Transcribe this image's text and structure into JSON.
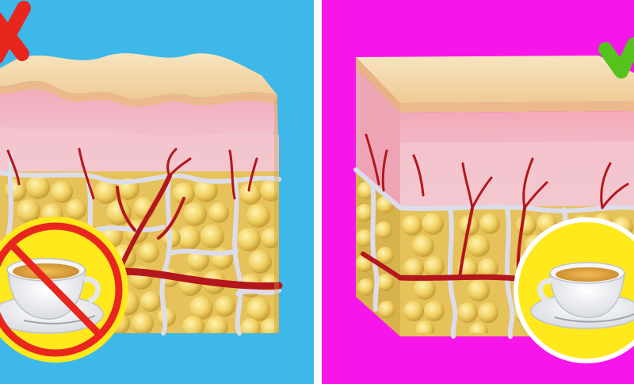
{
  "panels": [
    {
      "name": "left",
      "background": "#3EB8E8",
      "verdict": "cross",
      "verdict_color": "#E8261E",
      "tea": "crossed-out"
    },
    {
      "name": "right",
      "background": "#F716E9",
      "verdict": "check",
      "verdict_color": "#55C21D",
      "tea": "allowed"
    }
  ],
  "colors": {
    "divider": "#FFFFFF",
    "epidermis_top": "#F4D9A8",
    "epidermis_side": "#F2C9A0",
    "dermis": "#F1B9C4",
    "dermis_lower": "#EFCBD2",
    "fat_cell": "#F3D868",
    "fat_shadow": "#D4AE3C",
    "septa": "#D8D8E6",
    "vessel": "#B3161C",
    "tea_circle": "#FFE81C",
    "tea_liquid": "#E4A53C",
    "prohibit": "#E8261E"
  }
}
